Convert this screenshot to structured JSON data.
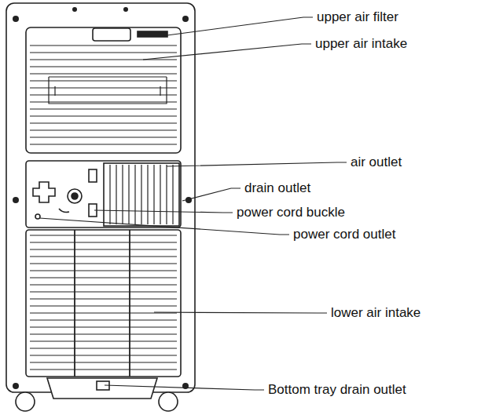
{
  "diagram": {
    "labels": [
      "upper air filter",
      "upper air intake",
      "air outlet",
      "drain outlet",
      "power cord buckle",
      "power cord outlet",
      "lower air intake",
      "Bottom tray drain outlet"
    ]
  }
}
